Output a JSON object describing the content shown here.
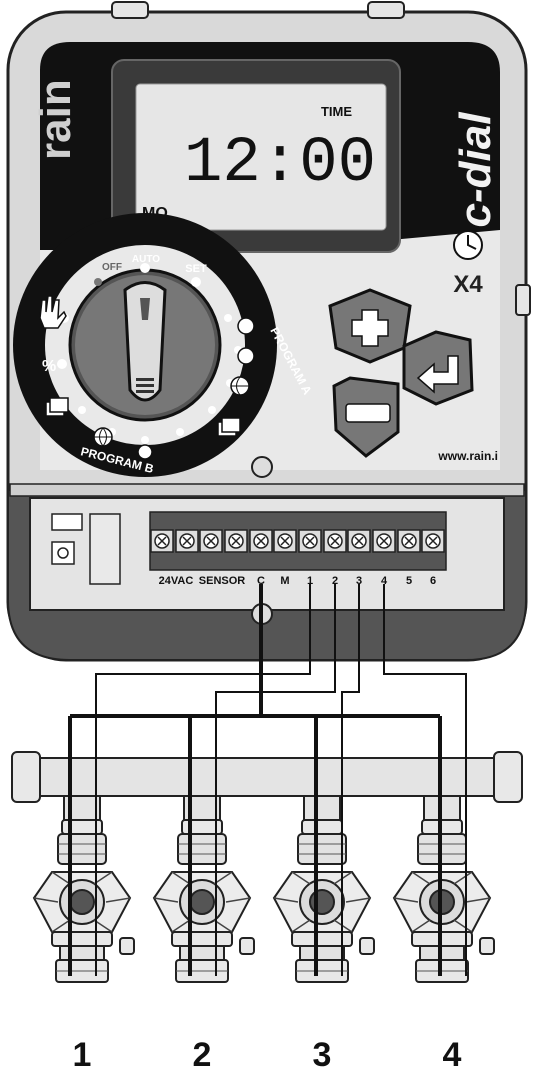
{
  "brand": {
    "logo_text": "rain",
    "model_name": "c-dial",
    "model_code": "X4",
    "website": "www.rain.i"
  },
  "display": {
    "time": "12:00",
    "time_label": "TIME",
    "day": "MO"
  },
  "dial": {
    "off": "OFF",
    "auto": "AUTO",
    "set": "SET",
    "percent": "%",
    "program_a": "PROGRAM A",
    "program_b": "PROGRAM B"
  },
  "terminals": {
    "labels": [
      "24VAC",
      "SENSOR",
      "C",
      "M",
      "1",
      "2",
      "3",
      "4",
      "5",
      "6"
    ]
  },
  "valves": {
    "labels": [
      "1",
      "2",
      "3",
      "4"
    ]
  },
  "colors": {
    "body": "#d9d9d9",
    "face_dark": "#111111",
    "lcd": "#e6e6e6",
    "valve": "#e8e8e8",
    "wire": "#111111"
  },
  "icons": [
    "hand-icon",
    "clock-icon",
    "globe-icon",
    "calendar-icon",
    "plus-icon",
    "minus-icon",
    "enter-icon"
  ]
}
